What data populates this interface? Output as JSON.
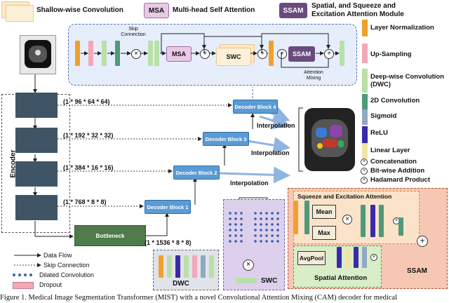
{
  "legend_top": {
    "swc": "Shallow-wise Convolution",
    "msa_tag": "MSA",
    "msa": "Multi-head Self Attention",
    "ssam_tag": "SSAM",
    "ssam_line1": "Spatial, and Squeeze and",
    "ssam_line2": "Excitation Attention Module"
  },
  "mixing_block": {
    "skip": "Skip Connection",
    "msa": "MSA",
    "swc": "SWC",
    "ssam": "SSAM",
    "attention_mixing": "Attention Mixing"
  },
  "legend_right": [
    {
      "label": "Layer Normalization",
      "color": "#f0a030"
    },
    {
      "label": "Up-Sampling",
      "color": "#f4a7b9"
    },
    {
      "label": "Deep-wise Convolution (DWC)",
      "color": "#b8e0a8"
    },
    {
      "label": "2D Convolution",
      "color": "#4e9a7a"
    },
    {
      "label": "Sigmoid",
      "color": "#8fa9c2"
    },
    {
      "label": "ReLU",
      "color": "#3a2aa8"
    },
    {
      "label": "Linear Layer",
      "color": "#f4e4a2"
    }
  ],
  "legend_ops": {
    "concat": "Concatenation",
    "add": "Bit-wise Addition",
    "hadamard": "Hadamard Product"
  },
  "encoder": {
    "label": "Encoder",
    "dims": [
      "(1 * 96 * 64 * 64)",
      "(1 * 192 * 32 * 32)",
      "(1 * 384 * 16 * 16)",
      "(1 * 768 * 8 * 8)"
    ],
    "bottleneck": "Bottleneck",
    "bottleneck_dim": "(1 * 1536 * 8 * 8)"
  },
  "decoder": {
    "blocks": [
      "Decoder Block 1",
      "Decoder Block 2",
      "Decoder Block 3",
      "Decoder Block 4"
    ],
    "interpolation": "Interpolation"
  },
  "bottom_legend": {
    "data_flow": "Data Flow",
    "skip": "Skip Connection",
    "dilated": "Dilated Convolution",
    "dropout": "Dropout"
  },
  "bottom_blocks": {
    "dwc": "DWC",
    "swc": "SWC",
    "sea": "Squeeze and Excitation Attention",
    "mean": "Mean",
    "max": "Max",
    "avgpool": "AvgPool",
    "spatial": "Spatial Attention",
    "ssam": "SSAM"
  },
  "caption": "Figure 1. Medical Image Segmentation Transformer (MIST) with a novel Convolutional Attention Mixing (CAM) decoder for medical"
}
